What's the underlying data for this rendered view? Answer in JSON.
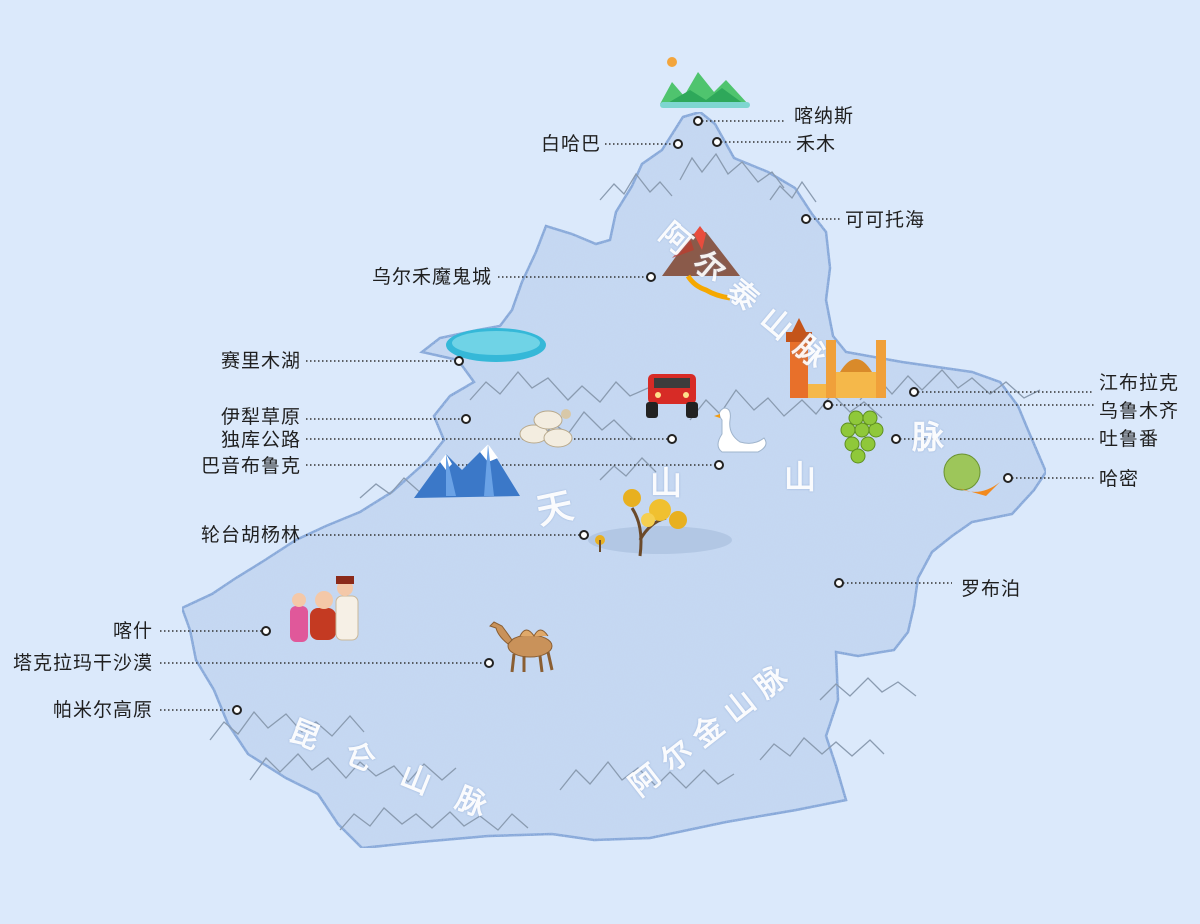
{
  "colors": {
    "background": "#dbe9fb",
    "region_fill": "#c6d9f3",
    "region_border": "#6f9ad3",
    "leader_line": "#333333",
    "mountain_stroke": "#8a9bb0"
  },
  "mountain_ranges": {
    "altai": "阿尔泰山脉",
    "tianshan": [
      "天",
      "山",
      "山",
      "脉"
    ],
    "kunlun": "昆仑山脉",
    "altun": "阿尔金山脉"
  },
  "places": {
    "kanas": "喀纳斯",
    "baihaba": "白哈巴",
    "hemu": "禾木",
    "keketuohai": "可可托海",
    "wuerhe": "乌尔禾魔鬼城",
    "sayram": "赛里木湖",
    "yili": "伊犁草原",
    "dukuroad": "独库公路",
    "bayanbulak": "巴音布鲁克",
    "jiangbulake": "江布拉克",
    "urumqi": "乌鲁木齐",
    "turpan": "吐鲁番",
    "hami": "哈密",
    "luntai": "轮台胡杨林",
    "lopnur": "罗布泊",
    "kashgar": "喀什",
    "taklamakan": "塔克拉玛干沙漠",
    "pamir": "帕米尔高原"
  },
  "illustration_icons": [
    "green-mountains-icon",
    "volcano-icon",
    "lake-icon",
    "jeep-icon",
    "sheep-icon",
    "swan-icon",
    "snow-mountain-icon",
    "mosque-icon",
    "grapes-icon",
    "hami-melon-icon",
    "populus-tree-icon",
    "uyghur-people-icon",
    "camel-icon",
    "sun-icon"
  ]
}
